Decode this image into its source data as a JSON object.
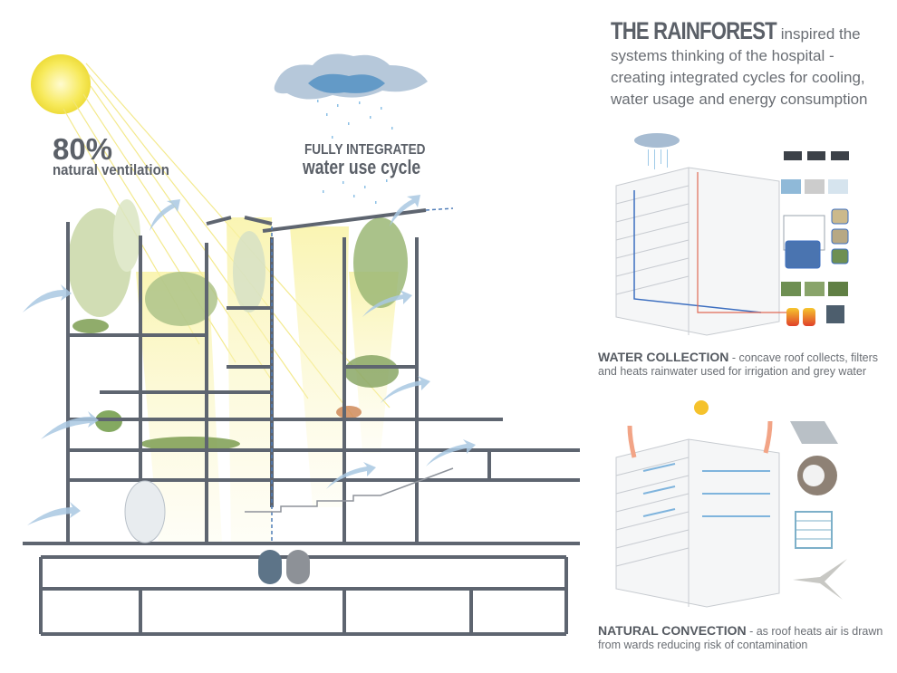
{
  "header": {
    "title_bold": "THE RAINFOREST",
    "title_rest": " inspired the systems thinking of the hospital - creating integrated cycles for cooling, water usage and energy consumption"
  },
  "section": {
    "ventilation_value": "80%",
    "ventilation_label": "natural ventilation",
    "water_line1": "FULLY INTEGRATED",
    "water_line2": "water use cycle"
  },
  "water_collection": {
    "heading": "WATER COLLECTION",
    "text": " - concave roof collects, filters and heats rainwater used for irrigation and grey water"
  },
  "natural_convection": {
    "heading": "NATURAL CONVECTION",
    "text": " -  as roof heats air is drawn from wards reducing risk of contamination"
  },
  "colors": {
    "text": "#5d6168",
    "sun": "#f5e44a",
    "water": "#7fb4dd",
    "structure": "#5e6570",
    "plants": "#8fae5a"
  }
}
